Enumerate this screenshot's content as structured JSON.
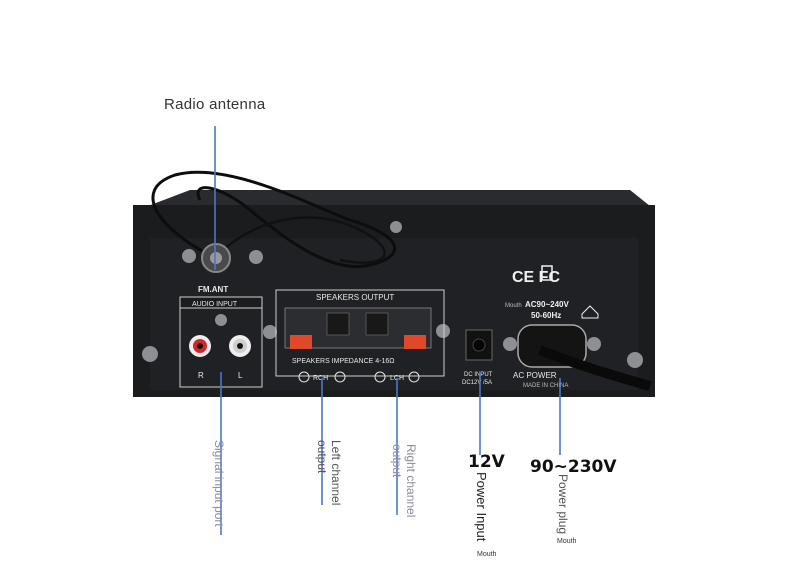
{
  "callouts": {
    "radio_antenna": "Radio antenna",
    "signal_input": "Signal input port",
    "left_channel": "Left channel output",
    "right_channel": "Right channel output",
    "dc_voltage": "12V",
    "power_input": "Power Input",
    "ac_voltage": "90~230V",
    "power_plug": "Power plug",
    "mouth_1": "Mouth",
    "mouth_2": "Mouth"
  },
  "panel": {
    "fm_ant": "FM.ANT",
    "audio_input": "AUDIO INPUT",
    "input_r": "R",
    "input_l": "L",
    "speakers_output": "SPEAKERS OUTPUT",
    "speakers_impedance": "SPEAKERS IMPEDANCE 4-16Ω",
    "rch": "RCH",
    "lch": "LCH",
    "dc_input_1": "DC INPUT",
    "dc_input_2": "DC12V /5A",
    "ac_rating_1": "AC90~240V",
    "ac_rating_2": "50-60Hz",
    "ac_power": "AC POWER",
    "made_in": "MADE IN CHINA",
    "cert_marks": "CE  FC",
    "mouth_small": "Mouth"
  },
  "colors": {
    "chassis": "#1b1c1e",
    "chassis_top": "#2a2b2e",
    "leader_line": "#4a78c8",
    "terminal_red": "#e0482a"
  }
}
